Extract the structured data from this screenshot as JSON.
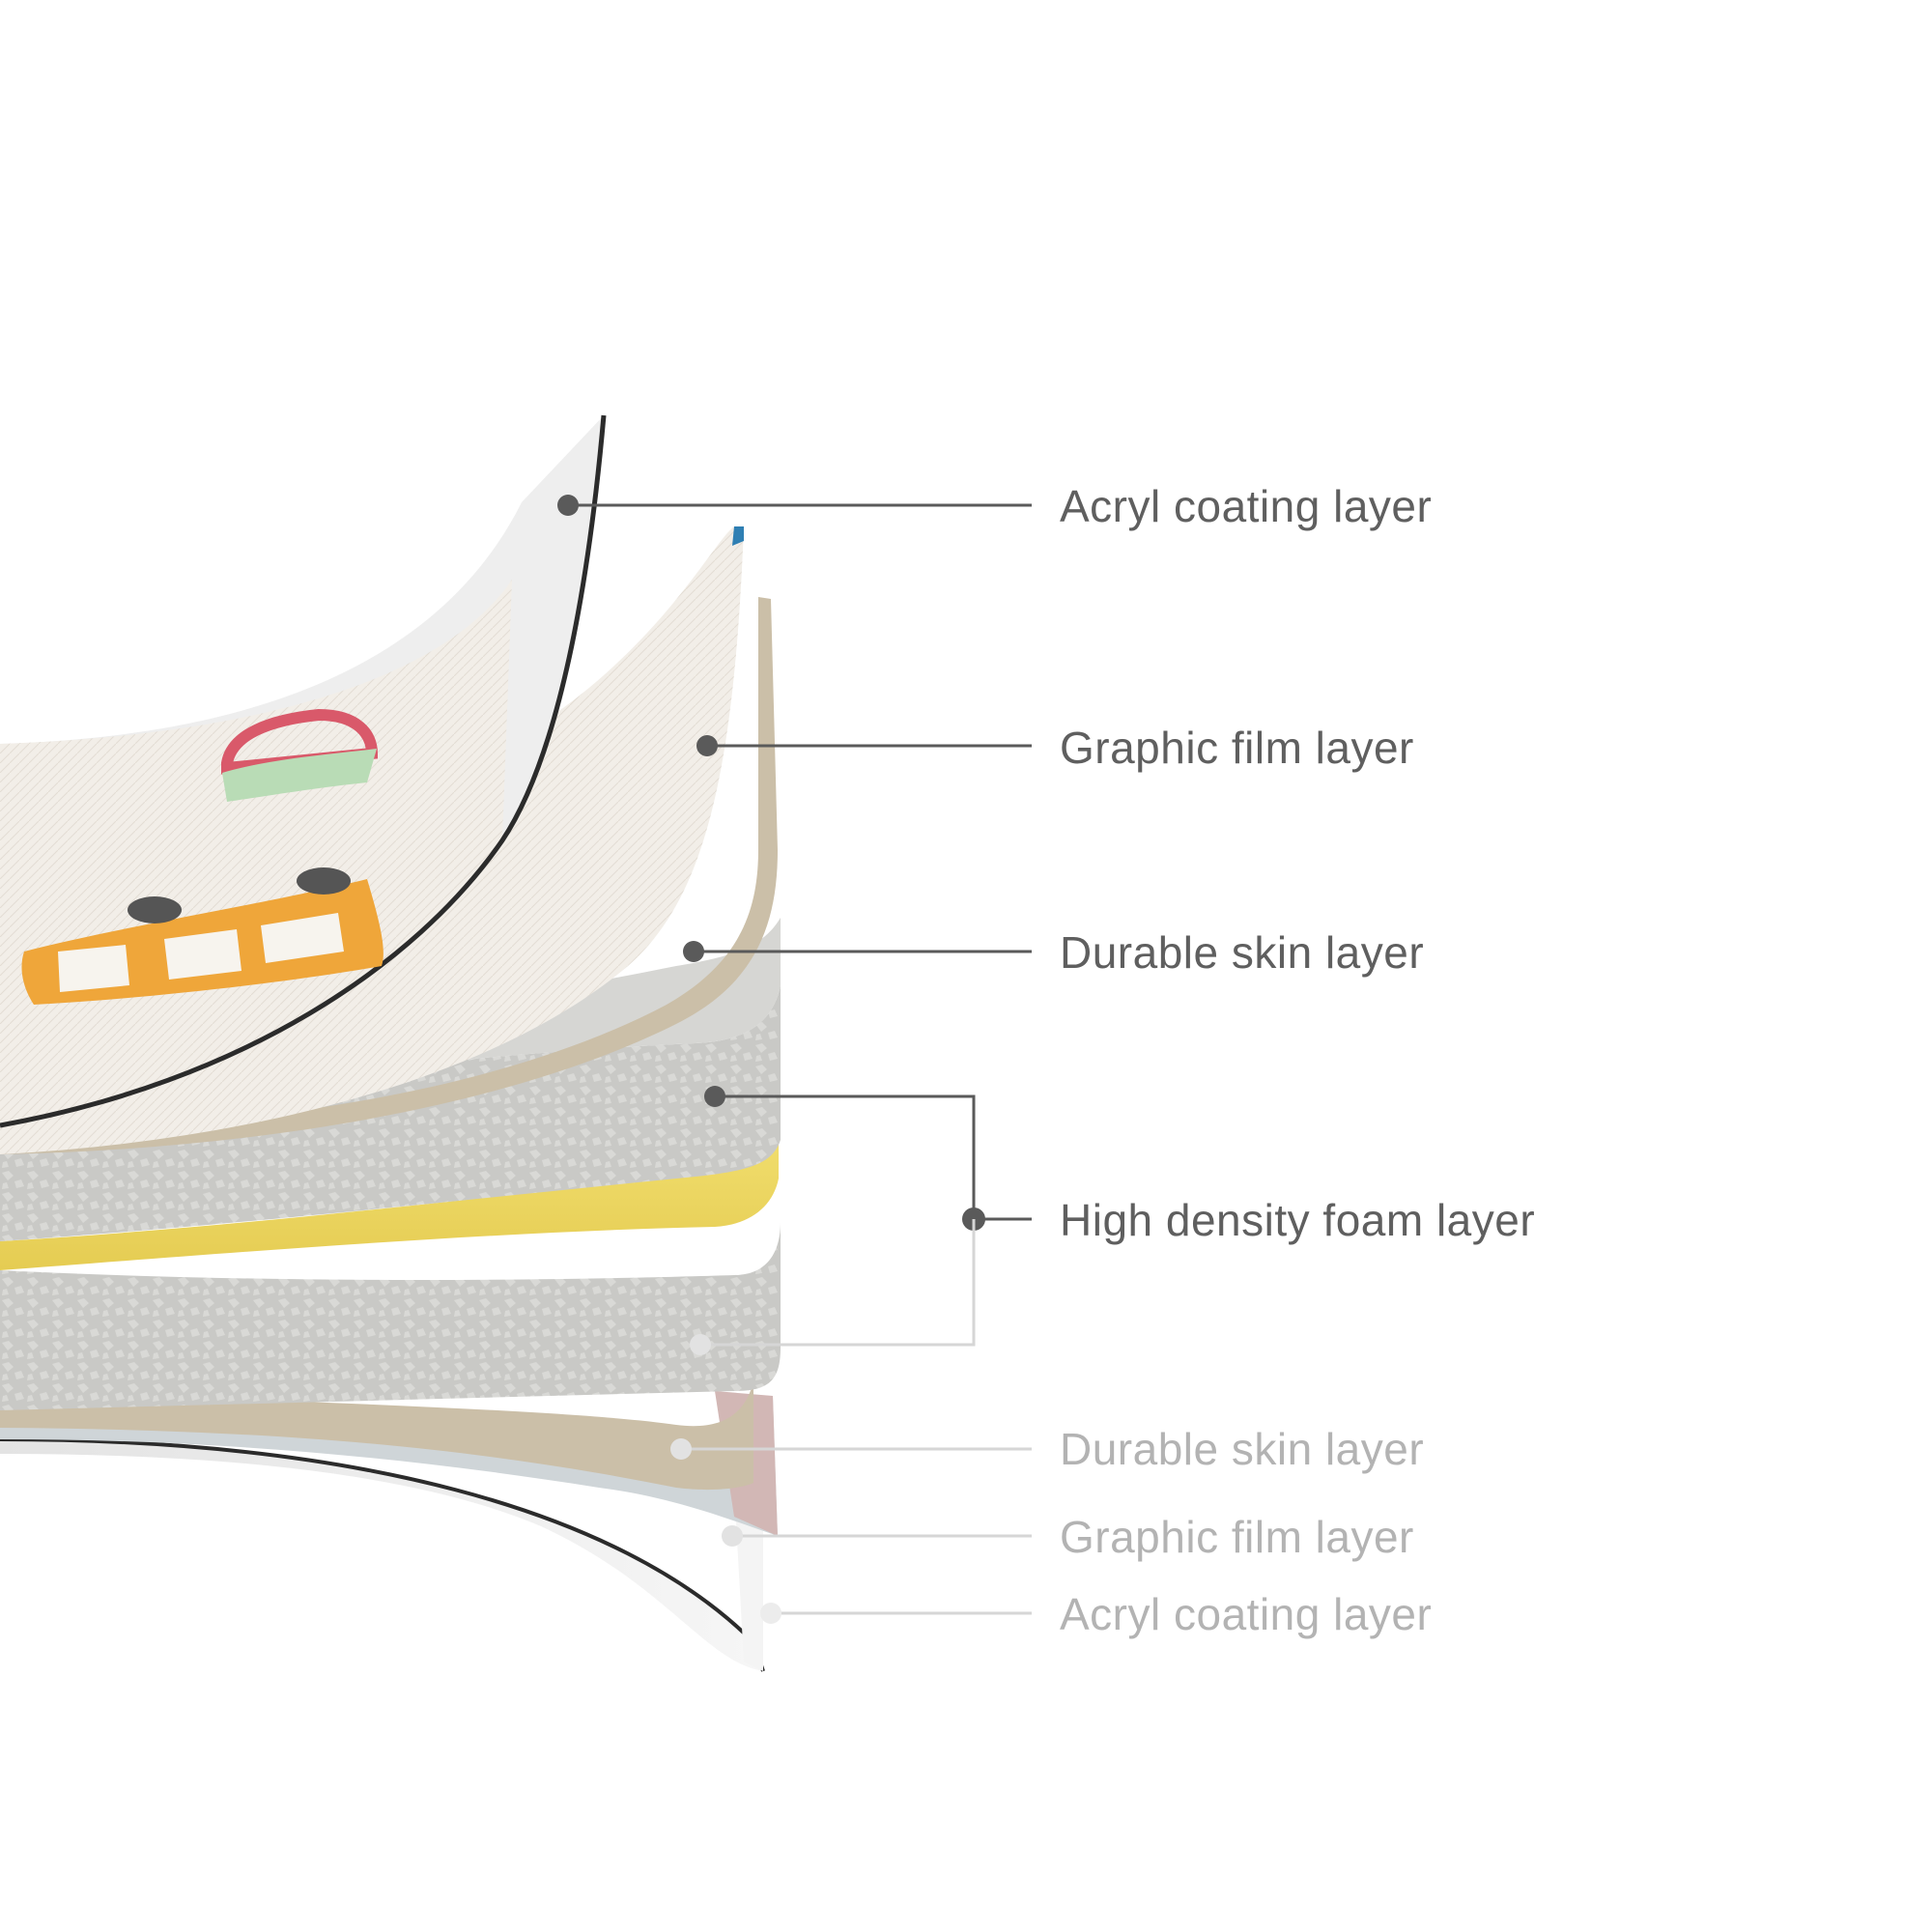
{
  "colors": {
    "dark_label": "#5f5f5f",
    "light_label": "#b3b3b3",
    "dark_leader": "#5a5a5a",
    "light_leader": "#d6d6d6",
    "acryl_edge": "#2b2b2b",
    "film_face": "#f2eee8",
    "skin": "#cbbfa8",
    "foam": "#c9c9c6",
    "foam_core": "#e9d25a",
    "bus_orange": "#efa63a",
    "pink_film": "#d2b7b5"
  },
  "top_labels": [
    {
      "id": "acryl-top",
      "text": "Acryl coating layer"
    },
    {
      "id": "graphic-top",
      "text": "Graphic film layer"
    },
    {
      "id": "skin-top",
      "text": "Durable skin layer"
    },
    {
      "id": "foam",
      "text": "High density foam layer"
    }
  ],
  "bottom_labels": [
    {
      "id": "skin-bottom",
      "text": "Durable skin layer"
    },
    {
      "id": "graphic-bottom",
      "text": "Graphic film layer"
    },
    {
      "id": "acryl-bottom",
      "text": "Acryl coating layer"
    }
  ],
  "icons": {
    "bus": "bus-illustration-icon",
    "car": "car-illustration-icon"
  }
}
